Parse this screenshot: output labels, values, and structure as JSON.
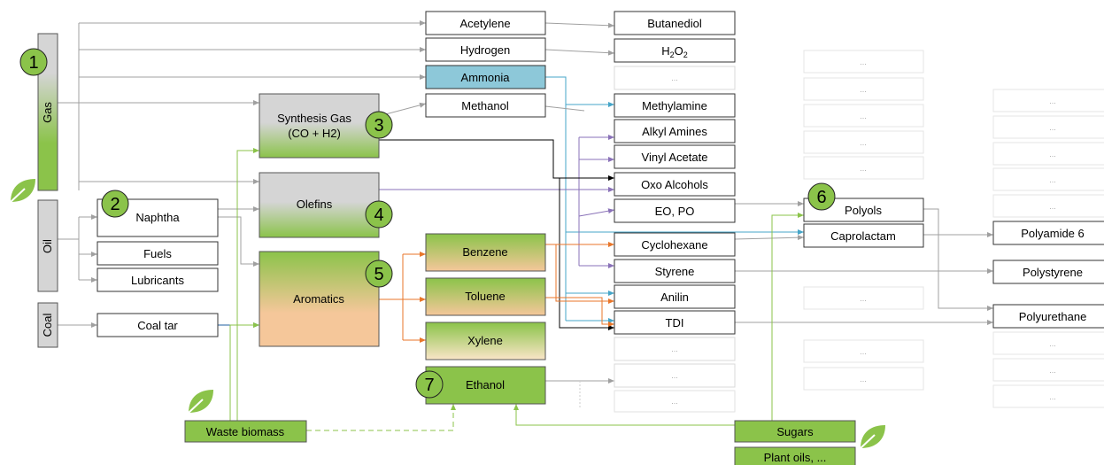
{
  "sources": {
    "gas": "Gas",
    "oil": "Oil",
    "coal": "Coal"
  },
  "markers": [
    "1",
    "2",
    "3",
    "4",
    "5",
    "6",
    "7"
  ],
  "ellipsis": "...",
  "primary": {
    "naphtha": "Naphtha",
    "fuels": "Fuels",
    "lubricants": "Lubricants",
    "coal_tar": "Coal tar"
  },
  "intermediates": {
    "synthesis_gas_line1": "Synthesis Gas",
    "synthesis_gas_line2": "(CO + H2)",
    "olefins": "Olefins",
    "aromatics": "Aromatics"
  },
  "basic_chemicals": {
    "acetylene": "Acetylene",
    "hydrogen": "Hydrogen",
    "ammonia": "Ammonia",
    "methanol": "Methanol",
    "benzene": "Benzene",
    "toluene": "Toluene",
    "xylene": "Xylene",
    "ethanol": "Ethanol"
  },
  "derivatives": {
    "butanediol": "Butanediol",
    "h2o2_base": "H",
    "h2o2_sub1": "2",
    "h2o2_mid": "O",
    "h2o2_sub2": "2",
    "methylamine": "Methylamine",
    "alkyl_amines": "Alkyl Amines",
    "vinyl_acetate": "Vinyl Acetate",
    "oxo_alcohols": "Oxo Alcohols",
    "eo_po": "EO, PO",
    "cyclohexane": "Cyclohexane",
    "styrene": "Styrene",
    "anilin": "Anilin",
    "tdi": "TDI"
  },
  "monomers": {
    "polyols": "Polyols",
    "caprolactam": "Caprolactam"
  },
  "polymers": {
    "polyamide6": "Polyamide 6",
    "polystyrene": "Polystyrene",
    "polyurethane": "Polyurethane"
  },
  "bio": {
    "waste_biomass": "Waste biomass",
    "sugars": "Sugars",
    "plant_oils": "Plant oils, ..."
  },
  "colors": {
    "green": "#8BC34A",
    "grey_fill": "#D5D5D5",
    "ammonia_fill": "#8DC8D9",
    "orange_fill": "#F5C79A",
    "arrow_grey": "#A0A0A0",
    "arrow_blue": "#45A5C8",
    "arrow_purple": "#8A72B8",
    "arrow_orange": "#E8762A",
    "arrow_black": "#000000",
    "arrow_green": "#8BC34A"
  }
}
